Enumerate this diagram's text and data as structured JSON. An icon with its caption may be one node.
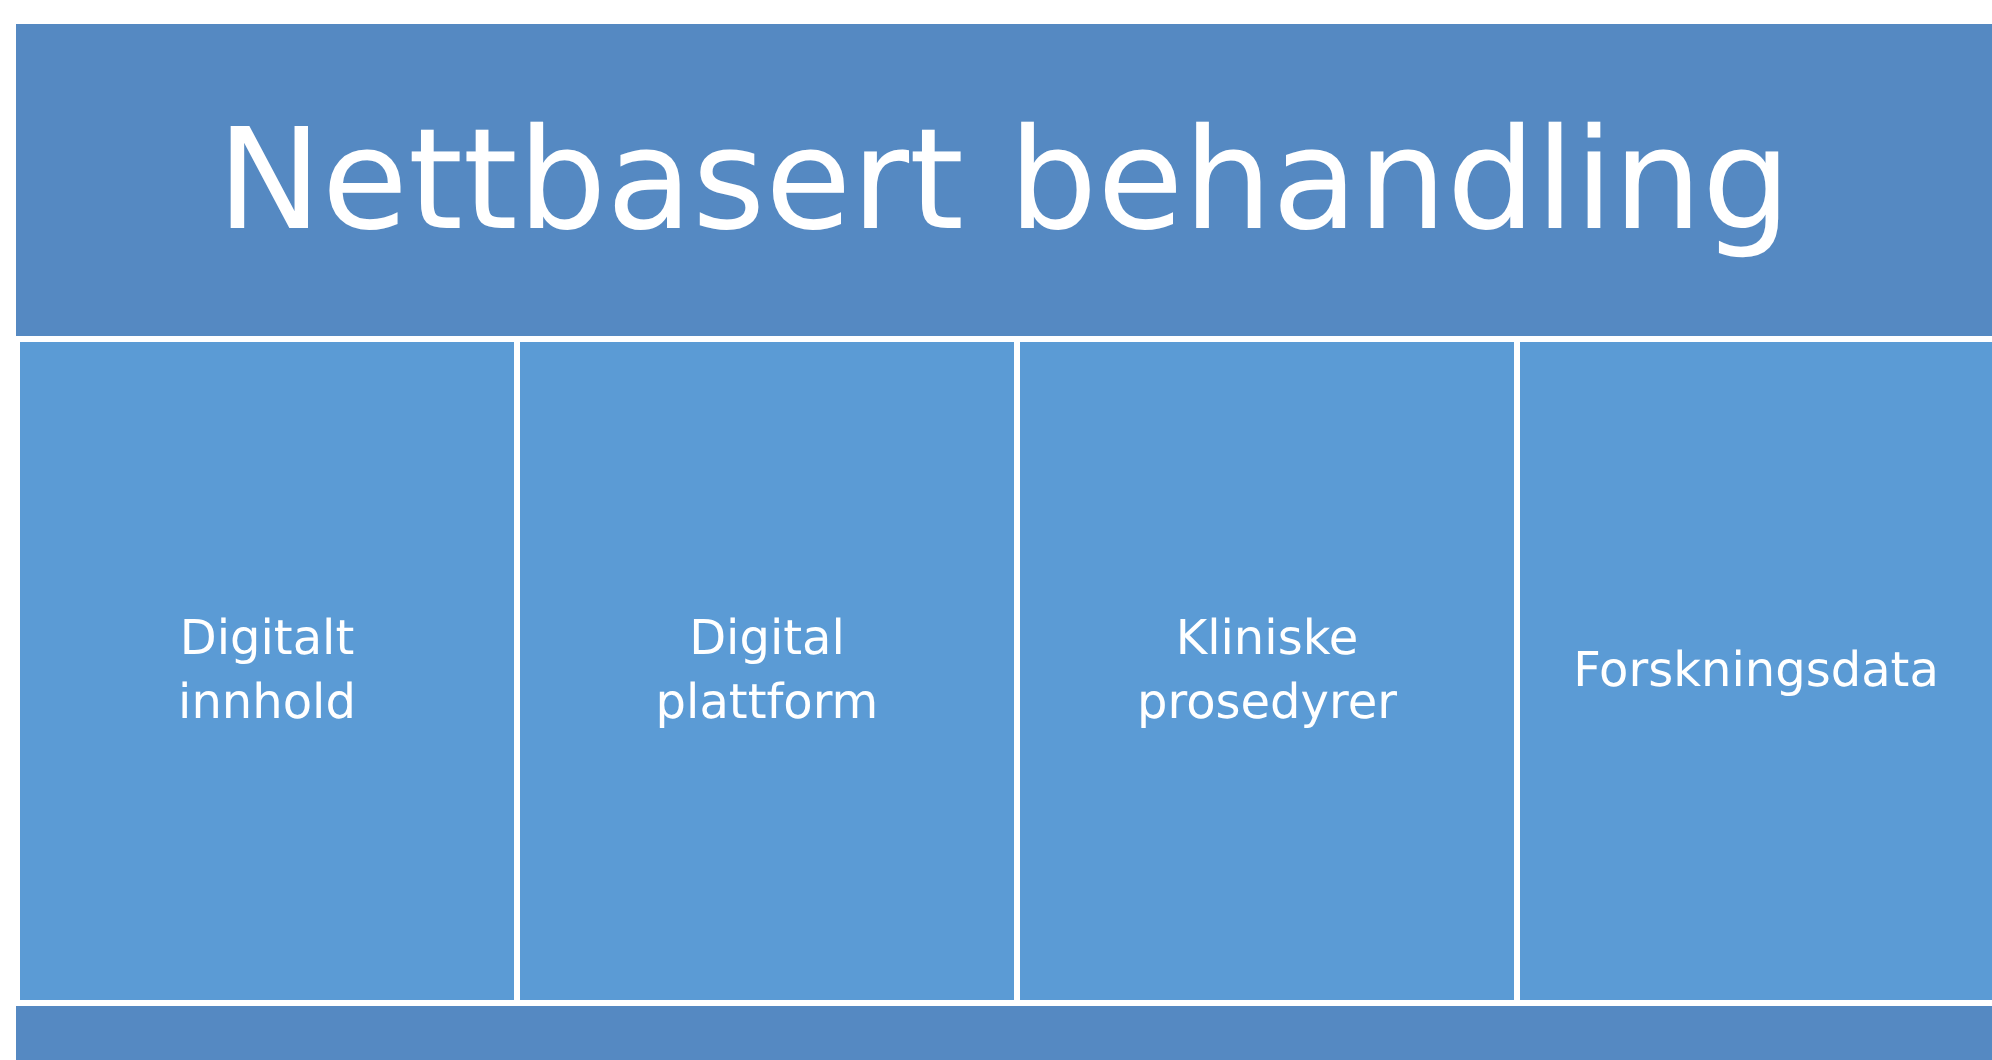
{
  "diagram": {
    "nodes": [
      {
        "text": [
          "Nettbasert behandling"
        ]
      },
      {
        "text": [
          "Digitalt innhold"
        ]
      },
      {
        "text": [
          "Digital plattform"
        ]
      },
      {
        "text": [
          "Kliniske prosedyrer"
        ]
      },
      {
        "text": [
          "Forskningsdata"
        ]
      },
      {
        "text": [],
        "shape": "bar"
      }
    ]
  }
}
